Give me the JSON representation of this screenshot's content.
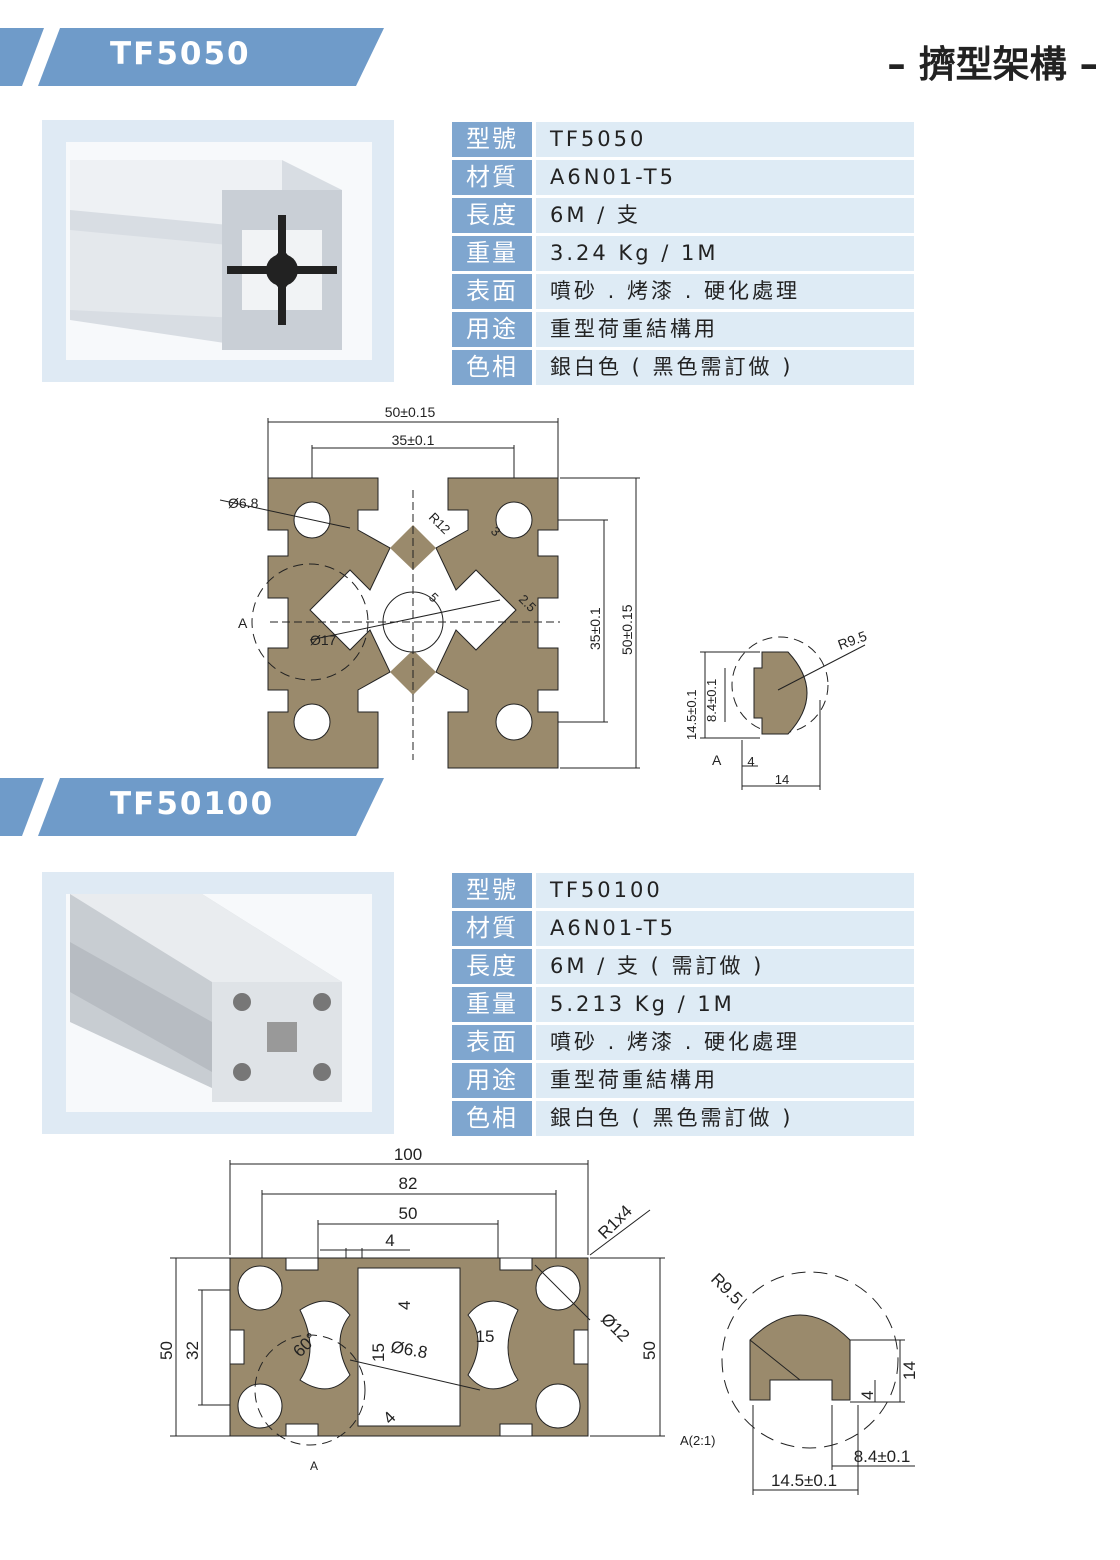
{
  "page": {
    "label": "– 擠型架構 –"
  },
  "sections": [
    {
      "title": "TF5050",
      "specs": [
        {
          "key": "型號",
          "value": "TF5050"
        },
        {
          "key": "材質",
          "value": "A6N01-T5"
        },
        {
          "key": "長度",
          "value": "6M / 支"
        },
        {
          "key": "重量",
          "value": "3.24 Kg / 1M"
        },
        {
          "key": "表面",
          "value": "噴砂 . 烤漆 . 硬化處理"
        },
        {
          "key": "用途",
          "value": "重型荷重結構用"
        },
        {
          "key": "色相",
          "value": "銀白色 ( 黑色需訂做 )"
        }
      ],
      "dims": {
        "width_outer": "50±0.15",
        "width_inner": "35±0.1",
        "hole": "Ø6.8",
        "radius": "R12",
        "d3": "3",
        "d5": "5",
        "d25": "2.5",
        "center": "Ø17",
        "height_inner": "35±0.1",
        "height_outer": "50±0.15",
        "marker": "A",
        "detail_r": "R9.5",
        "detail_h1": "14.5±0.1",
        "detail_h2": "8.4±0.1",
        "detail_w1": "4",
        "detail_w2": "14",
        "detail_marker": "A"
      }
    },
    {
      "title": "TF50100",
      "specs": [
        {
          "key": "型號",
          "value": "TF50100"
        },
        {
          "key": "材質",
          "value": "A6N01-T5"
        },
        {
          "key": "長度",
          "value": "6M / 支 ( 需訂做 )"
        },
        {
          "key": "重量",
          "value": "5.213 Kg / 1M"
        },
        {
          "key": "表面",
          "value": "噴砂 . 烤漆 . 硬化處理"
        },
        {
          "key": "用途",
          "value": "重型荷重結構用"
        },
        {
          "key": "色相",
          "value": "銀白色 ( 黑色需訂做 )"
        }
      ],
      "dims": {
        "w100": "100",
        "w82": "82",
        "w50": "50",
        "w4": "4",
        "r1x4": "R1x4",
        "h50_left": "50",
        "h32": "32",
        "angle": "60°",
        "d15a": "15",
        "d15b": "15",
        "d4a": "4",
        "d4b": "4",
        "hole": "Ø6.8",
        "d12": "Ø12",
        "h50_right": "50",
        "marker": "A",
        "scale": "A(2:1)",
        "detail_r": "R9.5",
        "detail_h14": "14",
        "detail_h4": "4",
        "detail_w84": "8.4±0.1",
        "detail_w145": "14.5±0.1"
      }
    }
  ],
  "colors": {
    "banner": "#6f9bc9",
    "profile": "#9a8a6c",
    "spec_key": "#7fa6cf",
    "spec_val": "#deebf5"
  }
}
